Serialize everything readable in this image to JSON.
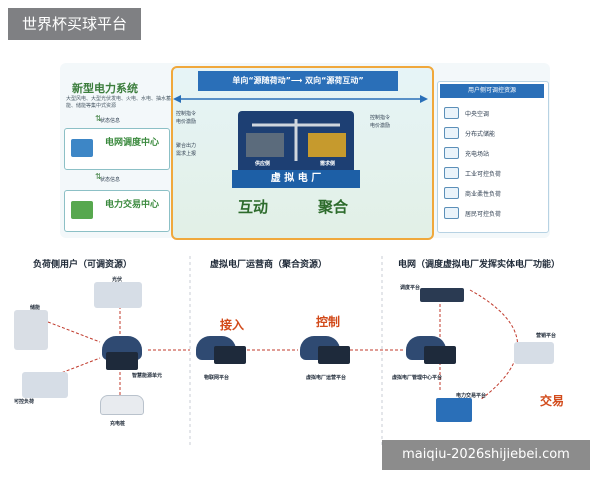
{
  "banner": "世界杯买球平台",
  "watermark": "maiqiu-2026shijiebei.com",
  "top": {
    "left_title": "新型电力系统",
    "left_sub": "大型风电、大型光伏发电、火电、水电、抽水蓄能、储能等集中式资源",
    "state_info_1": "状态信息",
    "grid_center": "电网调度中心",
    "state_info_2": "状态信息",
    "trade_center": "电力交易中心",
    "header": "单向“源随荷动”⟶ 双向“源荷互动”",
    "left_arrows": [
      "控制指令",
      "电价激励",
      "聚合出力",
      "需求上报"
    ],
    "right_arrows": [
      "控制指令",
      "电价激励"
    ],
    "supply_side": "供应侧",
    "demand_side": "需求侧",
    "vpp": "虚 拟 电 厂",
    "interact": "互动",
    "aggregate": "聚合",
    "resources_title": "用户侧可调控资源",
    "resources": [
      "中央空调",
      "分布式储能",
      "充电场站",
      "工业可控负荷",
      "商业柔性负荷",
      "居民可控负荷"
    ]
  },
  "bottom": {
    "section_left": "负荷侧用户（可调资源）",
    "section_mid": "虚拟电厂运营商（聚合资源）",
    "section_right": "电网（调度虚拟电厂发挥实体电厂功能）",
    "pv": "光伏",
    "storage": "储能",
    "load": "可控负荷",
    "charger": "充电桩",
    "smart_unit": "智慧能源单元",
    "iot": "物联网平台",
    "access": "接入",
    "control": "控制",
    "vpp_platform": "虚拟电厂运营平台",
    "dispatch": "调度平台",
    "vpp_mgmt": "虚拟电厂管理中心平台",
    "marketing": "营销平台",
    "trade_platform": "电力交易平台",
    "trade": "交易"
  },
  "colors": {
    "accent_blue": "#2a6fb8",
    "green": "#3b7d3c",
    "orange": "#f0a83c",
    "red": "#d24a1a"
  }
}
